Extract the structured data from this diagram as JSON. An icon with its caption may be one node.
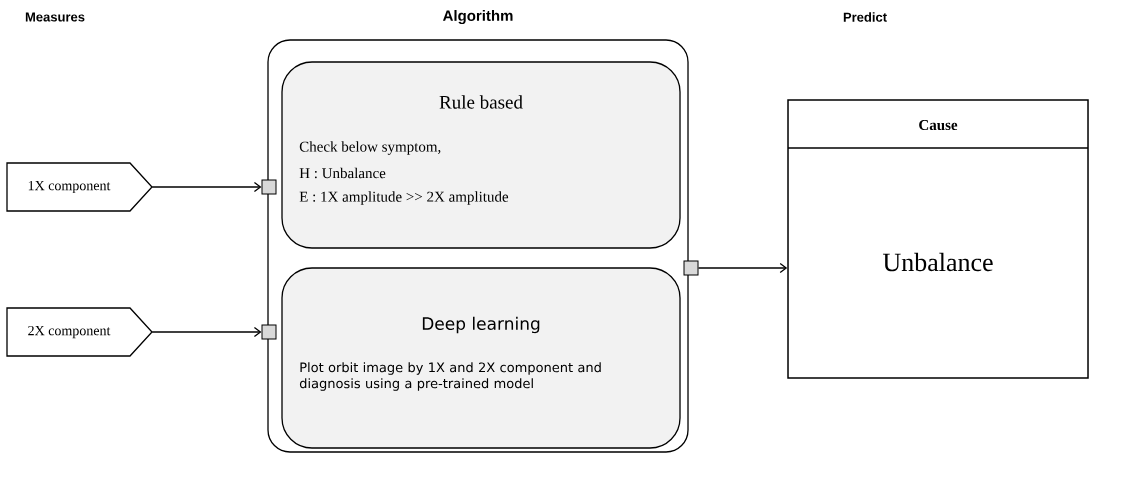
{
  "diagram": {
    "nodes": [
      {
        "text": [
          "Algorithm"
        ]
      },
      {
        "text": [
          "Rule based",
          "Check below symptom,",
          "H : Unbalance",
          "E : 1X amplitude >> 2X amplitude"
        ],
        "in": 0
      },
      {
        "text": [
          "Deep learning",
          "Plot orbit image by 1X and 2X component and diagnosis using a pre-trained model"
        ],
        "in": 0
      },
      {
        "text": [
          "1X component"
        ]
      },
      {
        "text": [
          "2X component"
        ]
      },
      {
        "text": [],
        "shape": "box"
      },
      {
        "text": [],
        "shape": "box"
      },
      {
        "text": [],
        "shape": "box"
      },
      {
        "text": [
          "Cause",
          "Unbalance"
        ]
      }
    ],
    "edges": [
      {
        "from": 3,
        "to": 5,
        "arrow": "to"
      },
      {
        "from": 4,
        "to": 6,
        "arrow": "to"
      },
      {
        "from": 7,
        "to": 8,
        "arrow": "to"
      }
    ],
    "labels": [
      "Measures",
      "Predict"
    ]
  }
}
